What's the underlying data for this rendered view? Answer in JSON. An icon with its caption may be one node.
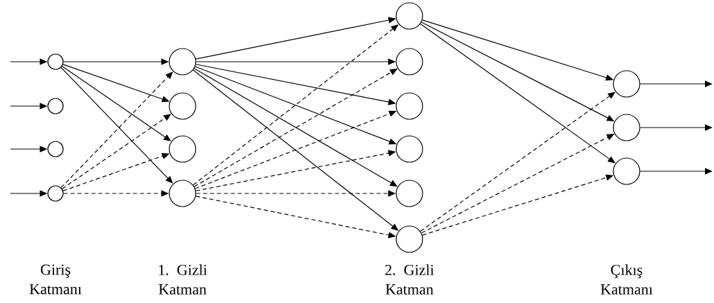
{
  "diagram": {
    "nodes": [
      {
        "text": [],
        "shape": "circle"
      },
      {
        "text": [],
        "shape": "circle"
      },
      {
        "text": [],
        "shape": "circle"
      },
      {
        "text": [],
        "shape": "circle"
      },
      {
        "text": [],
        "shape": "circle"
      },
      {
        "text": [],
        "shape": "circle"
      },
      {
        "text": [],
        "shape": "circle"
      },
      {
        "text": [],
        "shape": "circle"
      },
      {
        "text": [],
        "shape": "circle"
      },
      {
        "text": [],
        "shape": "circle"
      },
      {
        "text": [],
        "shape": "circle"
      },
      {
        "text": [],
        "shape": "circle"
      },
      {
        "text": [],
        "shape": "circle"
      },
      {
        "text": [],
        "shape": "circle"
      },
      {
        "text": [],
        "shape": "circle"
      },
      {
        "text": [],
        "shape": "circle"
      },
      {
        "text": [],
        "shape": "circle"
      }
    ],
    "edges": [
      {
        "from": null,
        "to": 0,
        "arrow": "to"
      },
      {
        "from": null,
        "to": 1,
        "arrow": "to"
      },
      {
        "from": null,
        "to": 2,
        "arrow": "to"
      },
      {
        "from": null,
        "to": 3,
        "arrow": "to"
      },
      {
        "from": 0,
        "to": 4,
        "arrow": "to"
      },
      {
        "from": 0,
        "to": 5,
        "arrow": "to"
      },
      {
        "from": 0,
        "to": 6,
        "arrow": "to"
      },
      {
        "from": 0,
        "to": 7,
        "arrow": "to"
      },
      {
        "from": 3,
        "to": 4,
        "arrow": "to",
        "style": "dashed"
      },
      {
        "from": 3,
        "to": 5,
        "arrow": "to",
        "style": "dashed"
      },
      {
        "from": 3,
        "to": 6,
        "arrow": "to",
        "style": "dashed"
      },
      {
        "from": 3,
        "to": 7,
        "arrow": "to",
        "style": "dashed"
      },
      {
        "from": 4,
        "to": 8,
        "arrow": "to"
      },
      {
        "from": 4,
        "to": 9,
        "arrow": "to"
      },
      {
        "from": 4,
        "to": 10,
        "arrow": "to"
      },
      {
        "from": 4,
        "to": 11,
        "arrow": "to"
      },
      {
        "from": 4,
        "to": 12,
        "arrow": "to"
      },
      {
        "from": 4,
        "to": 13,
        "arrow": "to"
      },
      {
        "from": 7,
        "to": 8,
        "arrow": "to",
        "style": "dashed"
      },
      {
        "from": 7,
        "to": 9,
        "arrow": "to",
        "style": "dashed"
      },
      {
        "from": 7,
        "to": 10,
        "arrow": "to",
        "style": "dashed"
      },
      {
        "from": 7,
        "to": 11,
        "arrow": "to",
        "style": "dashed"
      },
      {
        "from": 7,
        "to": 12,
        "arrow": "to",
        "style": "dashed"
      },
      {
        "from": 7,
        "to": 13,
        "arrow": "to",
        "style": "dashed"
      },
      {
        "from": 8,
        "to": 14,
        "arrow": "to"
      },
      {
        "from": 8,
        "to": 15,
        "arrow": "to"
      },
      {
        "from": 8,
        "to": 16,
        "arrow": "to"
      },
      {
        "from": 13,
        "to": 14,
        "arrow": "to",
        "style": "dashed"
      },
      {
        "from": 13,
        "to": 15,
        "arrow": "to",
        "style": "dashed"
      },
      {
        "from": 13,
        "to": 16,
        "arrow": "to",
        "style": "dashed"
      },
      {
        "from": 14,
        "to": null,
        "arrow": "to"
      },
      {
        "from": 15,
        "to": null,
        "arrow": "to"
      },
      {
        "from": 16,
        "to": null,
        "arrow": "to"
      }
    ],
    "labels": [
      "Giriş Katmanı",
      "1. Gizli Katman",
      "2. Gizli Katman",
      "Çıkış Katmanı"
    ]
  }
}
